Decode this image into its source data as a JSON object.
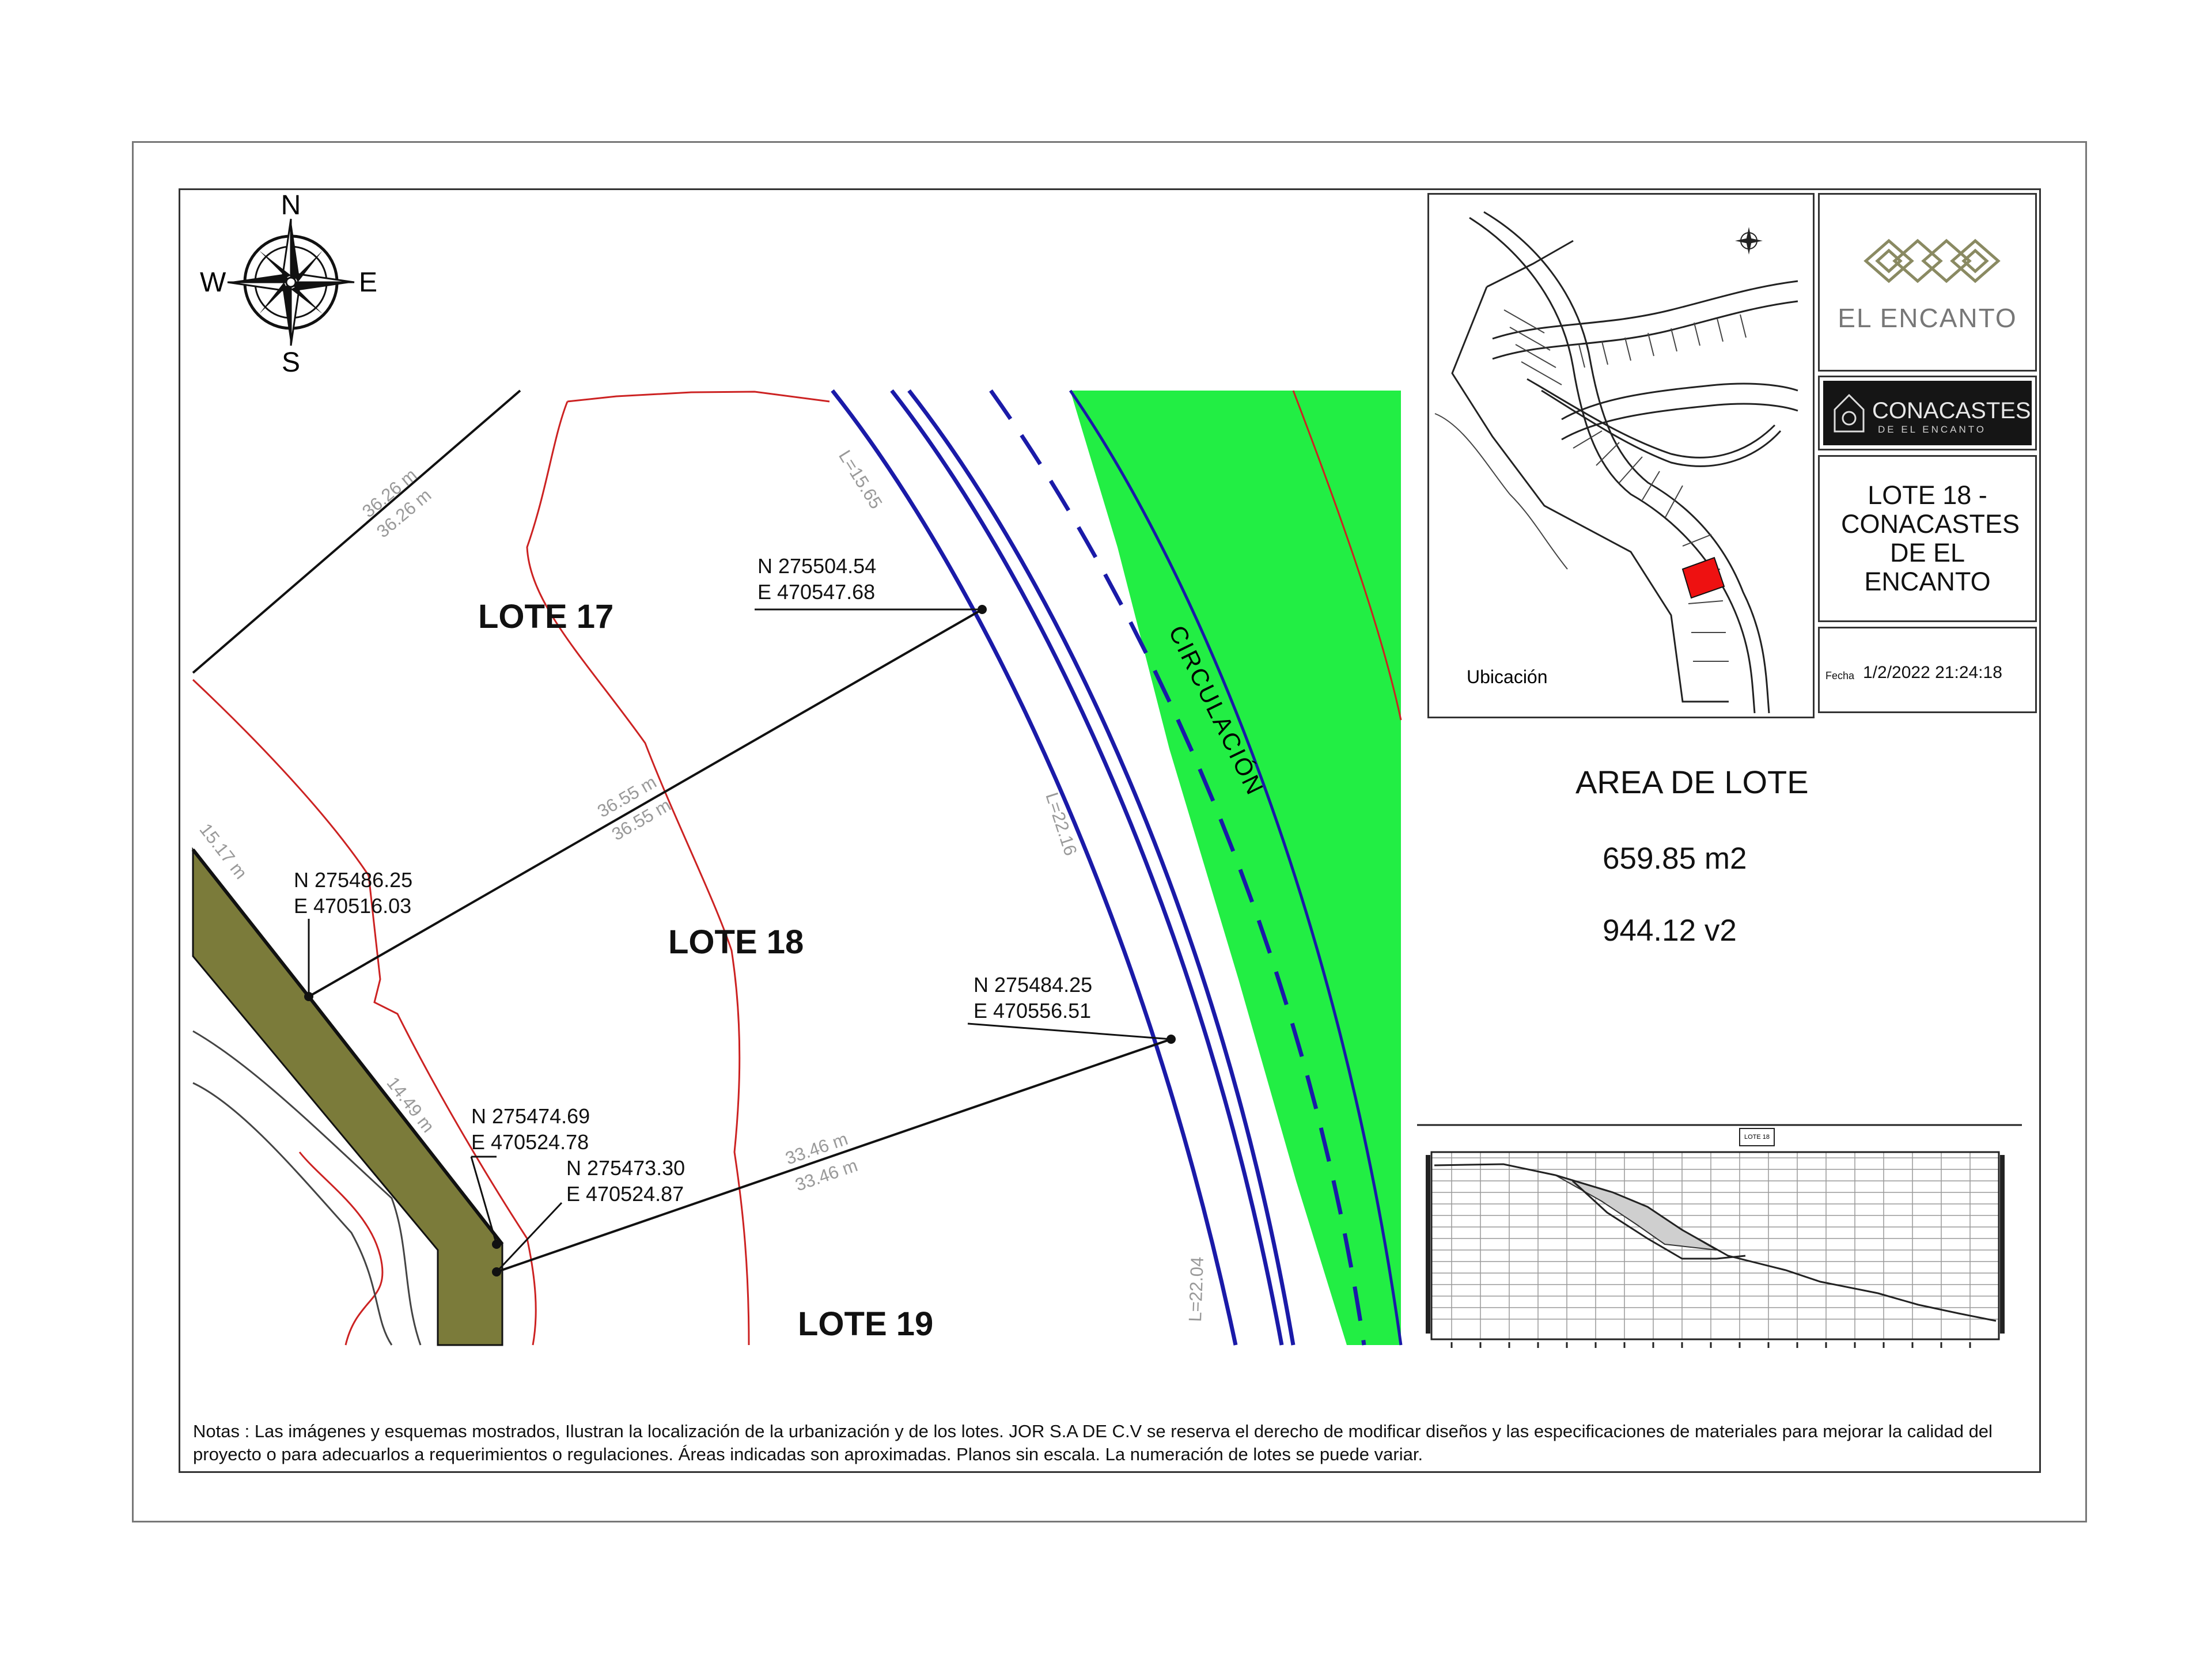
{
  "compass": {
    "north": "N",
    "south": "S",
    "east": "E",
    "west": "W"
  },
  "lots": {
    "lote17": "LOTE 17",
    "lote18": "LOTE 18",
    "lote19": "LOTE 19"
  },
  "road_label": "CIRCULACIÓN",
  "coordinates": [
    {
      "n": "N 275504.54",
      "e": "E 470547.68"
    },
    {
      "n": "N 275486.25",
      "e": "E 470516.03"
    },
    {
      "n": "N 275484.25",
      "e": "E 470556.51"
    },
    {
      "n": "N 275474.69",
      "e": "E 470524.78"
    },
    {
      "n": "N 275473.30",
      "e": "E 470524.87"
    }
  ],
  "dimensions": {
    "d1": "36.26 m",
    "d2": "36.55 m",
    "d3": "33.46 m",
    "d4": "15.17 m",
    "d5": "14.49 m",
    "arc1": "L=15.65",
    "arc2": "L=22.16",
    "arc3": "L=22.04"
  },
  "location_map": {
    "label": "Ubicación"
  },
  "brand": {
    "el_encanto": "EL ENCANTO",
    "conacastes": "CONACASTES",
    "conacastes_sub": "DE EL ENCANTO"
  },
  "lot_title": "LOTE 18 - CONACASTES DE EL ENCANTO",
  "date": {
    "label": "Fecha",
    "value": "1/2/2022 21:24:18"
  },
  "area": {
    "title": "AREA DE LOTE",
    "m2": "659.85 m2",
    "v2": "944.12 v2"
  },
  "profile": {
    "title": "LOTE 18"
  },
  "notes": "Notas : Las imágenes y esquemas mostrados, Ilustran la localización de la urbanización y de los lotes. JOR S.A DE C.V se reserva el derecho de modificar diseños y  las especificaciones de materiales para mejorar la calidad del proyecto o para adecuarlos a requerimientos o regulaciones. Áreas indicadas son aproximadas. Planos sin escala. La numeración de lotes se puede variar.",
  "colors": {
    "green_area": "#22ee44",
    "road_blue": "#1a1aa8",
    "terrain_red": "#cc2222",
    "slope_olive": "#7b7b3a",
    "highlight_lot": "#ee1111"
  }
}
